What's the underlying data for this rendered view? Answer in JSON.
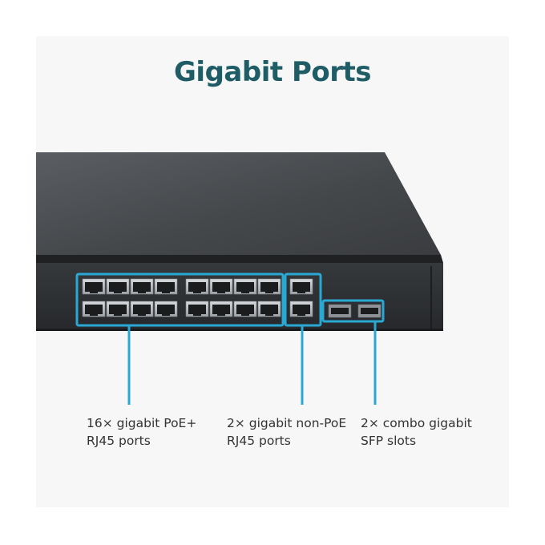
{
  "title": "Gigabit Ports",
  "colors": {
    "title": "#1e5c66",
    "accent": "#2aa8d4",
    "device_top": "#4a4d50",
    "device_front": "#2b2d30",
    "port_metal": "#b8bcc0",
    "port_hole": "#1b1c1e"
  },
  "callouts": [
    {
      "id": "poe",
      "line1": "16× gigabit PoE+",
      "line2": "RJ45 ports"
    },
    {
      "id": "nonpoe",
      "line1": "2× gigabit non-PoE",
      "line2": "RJ45 ports"
    },
    {
      "id": "sfp",
      "line1": "2× combo gigabit",
      "line2": "SFP slots"
    }
  ]
}
